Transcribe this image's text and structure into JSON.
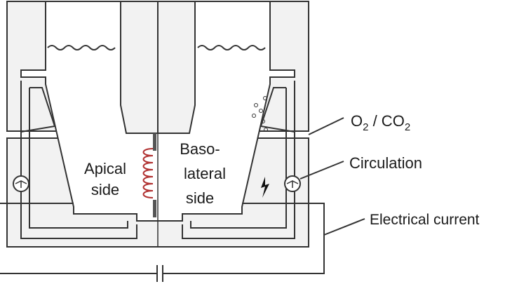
{
  "labels": {
    "apical_line1": "Apical",
    "apical_line2": "side",
    "baso_line1": "Baso-",
    "baso_line2": "lateral",
    "baso_line3": "side",
    "gas_o2": "O",
    "gas_o2_sub": "2",
    "gas_sep": " / CO",
    "gas_co2_sub": "2",
    "circulation": "Circulation",
    "current": "Electrical current"
  },
  "colors": {
    "outline": "#333333",
    "chamber_fill": "#f2f2f2",
    "tissue_coil": "#b03030",
    "text": "#1a1a1a"
  },
  "icons": [
    "pump-icon-left",
    "pump-icon-right",
    "lightning-icon",
    "bubbles-icon",
    "wave-icon",
    "capacitor-icon"
  ]
}
